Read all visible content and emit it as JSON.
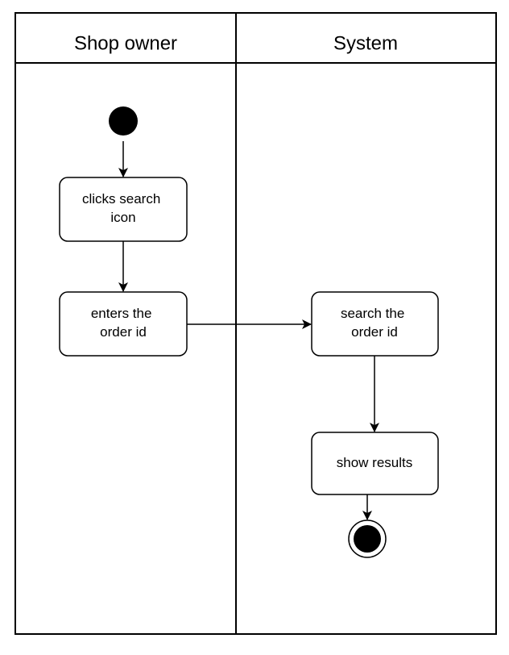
{
  "diagram": {
    "lanes": [
      {
        "id": "shop-owner",
        "title": "Shop owner"
      },
      {
        "id": "system",
        "title": "System"
      }
    ],
    "nodes": {
      "clicks_search": {
        "lines": [
          "clicks search",
          "icon"
        ]
      },
      "enters_id": {
        "lines": [
          "enters the",
          "order id"
        ]
      },
      "search_id": {
        "lines": [
          "search the",
          "order id"
        ]
      },
      "show_results": {
        "lines": [
          "show results"
        ]
      }
    },
    "flows": [
      {
        "from": "start",
        "to": "clicks_search"
      },
      {
        "from": "clicks_search",
        "to": "enters_id"
      },
      {
        "from": "enters_id",
        "to": "search_id"
      },
      {
        "from": "search_id",
        "to": "show_results"
      },
      {
        "from": "show_results",
        "to": "end"
      }
    ]
  }
}
